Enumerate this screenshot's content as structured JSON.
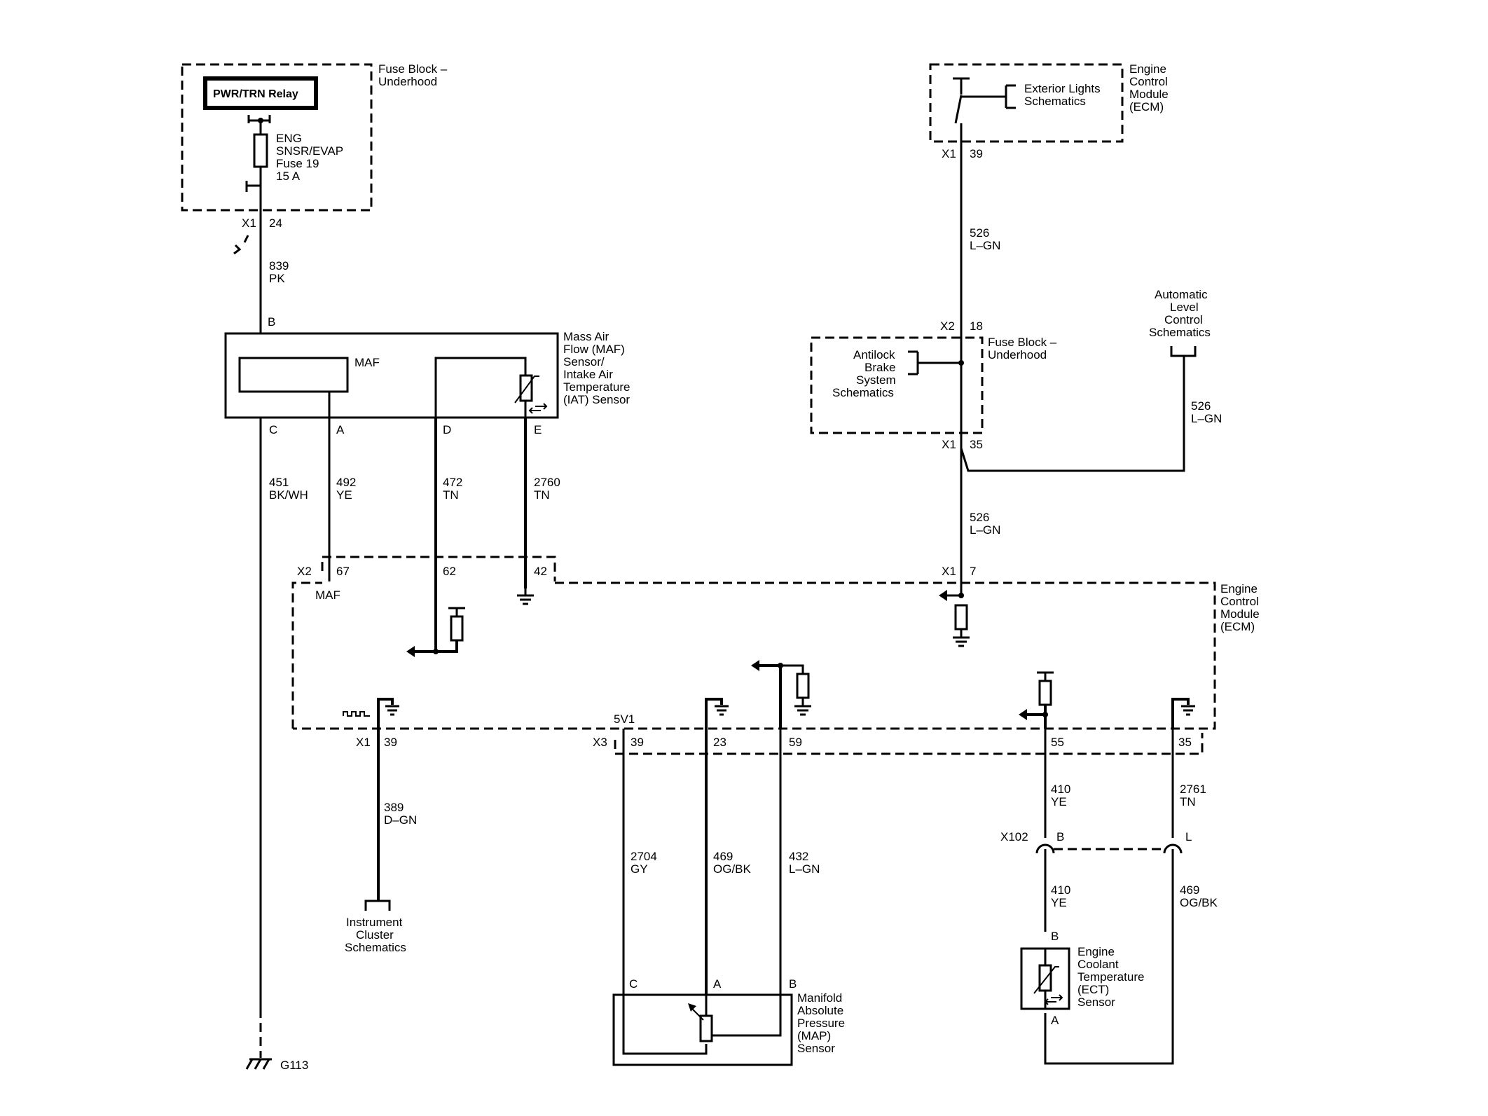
{
  "components": {
    "fuse_block_top": [
      "Fuse Block –",
      "Underhood"
    ],
    "relay": "PWR/TRN Relay",
    "fuse": [
      "ENG",
      "SNSR/EVAP",
      "Fuse 19",
      "15 A"
    ],
    "maf_sensor": [
      "Mass Air",
      "Flow (MAF)",
      "Sensor/",
      "Intake Air",
      "Temperature",
      "(IAT) Sensor"
    ],
    "maf_element": "MAF",
    "ecm_top": [
      "Engine",
      "Control",
      "Module",
      "(ECM)"
    ],
    "exterior_lights": [
      "Exterior Lights",
      "Schematics"
    ],
    "fuse_block_right": [
      "Fuse Block –",
      "Underhood"
    ],
    "abs": [
      "Antilock",
      "Brake",
      "System",
      "Schematics"
    ],
    "auto_level": [
      "Automatic",
      "Level",
      "Control",
      "Schematics"
    ],
    "ecm_main": [
      "Engine",
      "Control",
      "Module",
      "(ECM)"
    ],
    "ecm_maf_label": "MAF",
    "ecm_5v1_label": "5V1",
    "instrument": [
      "Instrument",
      "Cluster",
      "Schematics"
    ],
    "map_sensor": [
      "Manifold",
      "Absolute",
      "Pressure",
      "(MAP)",
      "Sensor"
    ],
    "ect_sensor": [
      "Engine",
      "Coolant",
      "Temperature",
      "(ECT)",
      "Sensor"
    ],
    "ground": "G113"
  },
  "connectors": {
    "fb_x1": "X1",
    "fb_x1_pin": "24",
    "maf_b": "B",
    "maf_c": "C",
    "maf_a": "A",
    "maf_d": "D",
    "maf_e": "E",
    "ecm_x2": "X2",
    "ecm_x2_67": "67",
    "ecm_x2_62": "62",
    "ecm_x2_42": "42",
    "ecmtop_x1": "X1",
    "ecmtop_x1_pin": "39",
    "fbr_x2": "X2",
    "fbr_x2_pin": "18",
    "fbr_x1": "X1",
    "fbr_x1_pin": "35",
    "ecm_x1_right": "X1",
    "ecm_x1_right_pin": "7",
    "ecm_x1_left": "X1",
    "ecm_x1_left_pin": "39",
    "ecm_x3": "X3",
    "ecm_x3_39": "39",
    "ecm_x3_23": "23",
    "ecm_x3_59": "59",
    "ecm_x3_55": "55",
    "ecm_x3_35": "35",
    "x102": "X102",
    "x102_b": "B",
    "x102_l": "L",
    "map_c": "C",
    "map_a": "A",
    "map_b": "B",
    "ect_b": "B",
    "ect_a": "A"
  },
  "wires": {
    "w839": [
      "839",
      "PK"
    ],
    "w451": [
      "451",
      "BK/WH"
    ],
    "w492": [
      "492",
      "YE"
    ],
    "w472": [
      "472",
      "TN"
    ],
    "w2760": [
      "2760",
      "TN"
    ],
    "w526a": [
      "526",
      "L–GN"
    ],
    "w526b": [
      "526",
      "L–GN"
    ],
    "w526c": [
      "526",
      "L–GN"
    ],
    "w389": [
      "389",
      "D–GN"
    ],
    "w2704": [
      "2704",
      "GY"
    ],
    "w469": [
      "469",
      "OG/BK"
    ],
    "w432": [
      "432",
      "L–GN"
    ],
    "w410a": [
      "410",
      "YE"
    ],
    "w410b": [
      "410",
      "YE"
    ],
    "w2761": [
      "2761",
      "TN"
    ],
    "w469b": [
      "469",
      "OG/BK"
    ]
  }
}
